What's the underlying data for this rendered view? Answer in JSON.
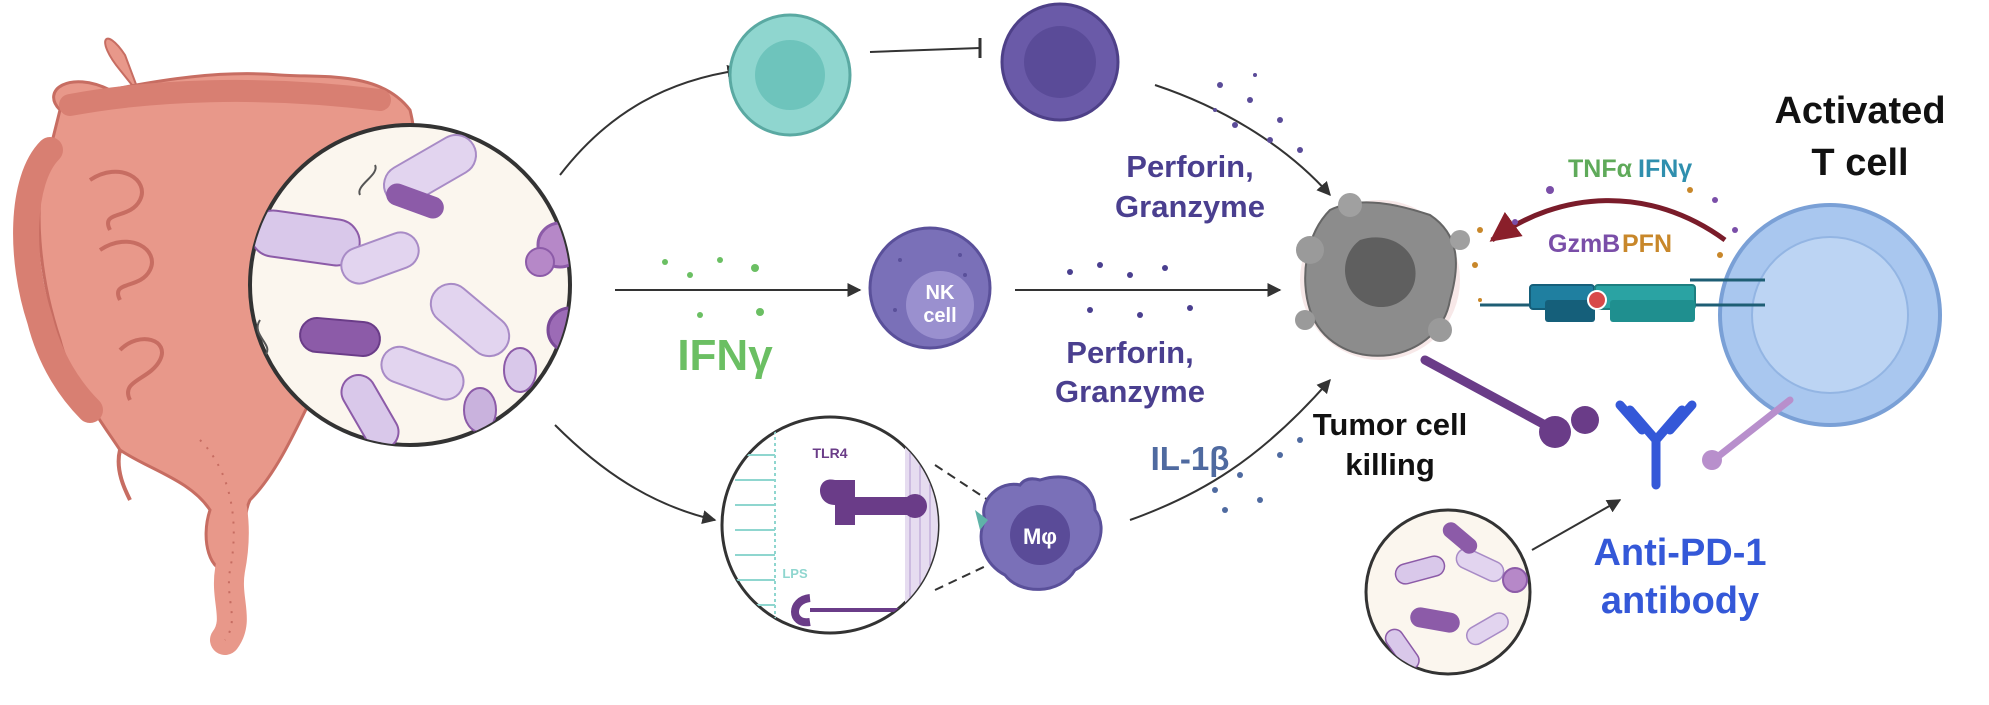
{
  "labels": {
    "activated_t_cell_line1": "Activated",
    "activated_t_cell_line2": "T cell",
    "tnfa": "TNFα",
    "ifng_top": "IFNγ",
    "gzmb": "GzmB",
    "pfn": "PFN",
    "perforin_top_line1": "Perforin,",
    "perforin_top_line2": "Granzyme",
    "perforin_mid_line1": "Perforin,",
    "perforin_mid_line2": "Granzyme",
    "ifng_left": "IFNγ",
    "nk_line1": "NK",
    "nk_line2": "cell",
    "il1b": "IL-1β",
    "tumor_line1": "Tumor cell",
    "tumor_line2": "killing",
    "tlr4": "TLR4",
    "lps": "LPS",
    "macrophage": "Mφ",
    "anti_pd1_line1": "Anti-PD-1",
    "anti_pd1_line2": "antibody"
  },
  "colors": {
    "gut": "#e8988a",
    "gut_dark": "#c76d62",
    "bacteria_light": "#d9c8ea",
    "bacteria_dark": "#8c5ba8",
    "teal_cell": "#8fd6cf",
    "purple_cell": "#6a5aa8",
    "nk_cell": "#7a70b8",
    "t_cell": "#a9c7ef",
    "ifng_green": "#6bbf63",
    "perforin_purple": "#4a3f8f",
    "il1b_blue": "#4f6aa0",
    "anti_pd1_blue": "#3458d8",
    "tnfa_green": "#5faa5a",
    "ifng_teal": "#2f8fae",
    "gzmb_purple": "#7a4ea8",
    "pfn_orange": "#c8872a"
  }
}
